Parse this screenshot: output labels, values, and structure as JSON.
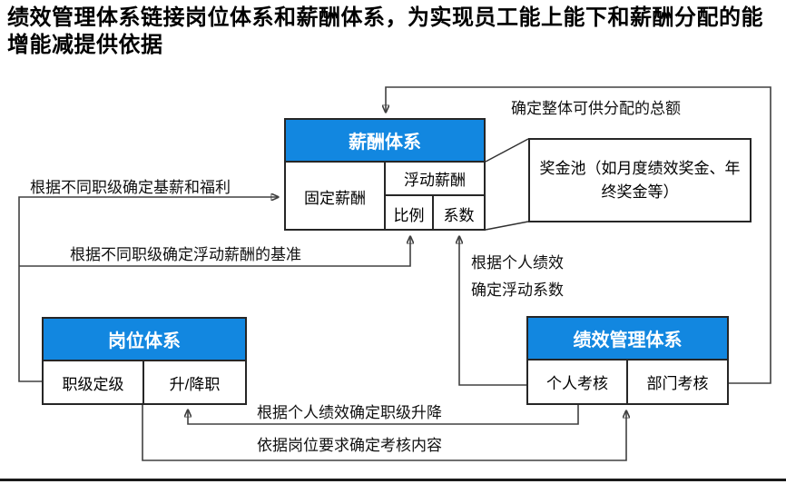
{
  "title": "绩效管理体系链接岗位体系和薪酬体系，为实现员工能上能下和薪酬分配的能增能减提供依据",
  "colors": {
    "accent_blue": "#1287E0",
    "header_text": "#FFFFFF",
    "connector_line": "#404040",
    "box_border": "#262626"
  },
  "boxes": {
    "salary": {
      "header": "薪酬体系",
      "cells": {
        "fixed": "固定薪酬",
        "floating": "浮动薪酬",
        "ratio": "比例",
        "coefficient": "系数"
      }
    },
    "bonus_pool": {
      "text": "奖金池（如月度绩效奖金、年终奖金等）"
    },
    "position": {
      "header": "岗位体系",
      "cells": {
        "grading": "职级定级",
        "promotion": "升/降职"
      }
    },
    "performance": {
      "header": "绩效管理体系",
      "cells": {
        "personal": "个人考核",
        "department": "部门考核"
      }
    }
  },
  "labels": {
    "total_amount": "确定整体可供分配的总额",
    "base_salary": "根据不同职级确定基薪和福利",
    "floating_base": "根据不同职级确定浮动薪酬的基准",
    "personal_perf_line1": "根据个人绩效",
    "personal_perf_line2": "确定浮动系数",
    "grade_change": "根据个人绩效确定职级升降",
    "assessment_content": "依据岗位要求确定考核内容"
  }
}
